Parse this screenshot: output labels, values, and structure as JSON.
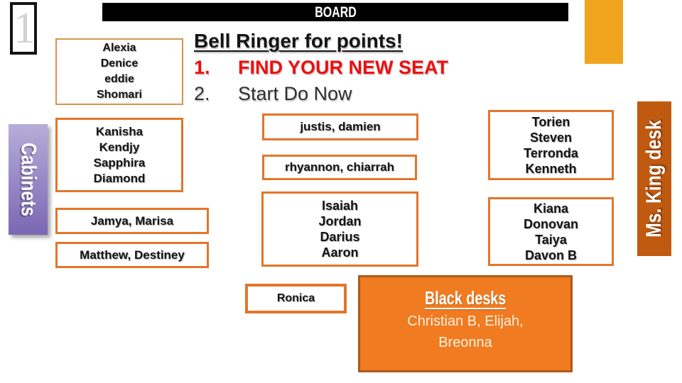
{
  "slide": {
    "door_digit": "1",
    "board_label": "BOARD",
    "cabinets_label": "Cabinets",
    "teacher_desk_label": "Ms. King desk",
    "heading": "Bell Ringer for points!",
    "instructions": [
      {
        "num": "1.",
        "text": "FIND YOUR NEW SEAT"
      },
      {
        "num": "2.",
        "text": "Start Do Now"
      }
    ],
    "seats": {
      "front_left": "Alexia\nDenice\neddie\nShomari",
      "left_group": "Kanisha\nKendjy\nSapphira\nDiamond",
      "left_row1": "Jamya, Marisa",
      "left_row2": "Matthew, Destiney",
      "mid_row1": "justis, damien",
      "mid_row2": "rhyannon, chiarrah",
      "mid_group": "Isaiah\nJordan\nDarius\nAaron",
      "right_group1": "Torien\nSteven\nTerronda\nKenneth",
      "right_group2": "Kiana\nDonovan\nTaiya\nDavon B",
      "single": "Ronica"
    },
    "black_desks": {
      "title": "Black desks",
      "names": "Christian B, Elijah,\nBreonna"
    },
    "colors": {
      "accent_orange": "#E2762C",
      "front_border": "#D8944C",
      "amber": "#F0A41E",
      "desk_bar": "#C05A11",
      "black_fill": "#F07B21",
      "black_border": "#AC5A1E",
      "red": "#EE0F0F",
      "dark_text": "#303030",
      "purple_top": "#B7ADD9",
      "purple_bottom": "#7B67B3",
      "cream": "#FBF1DE"
    }
  }
}
